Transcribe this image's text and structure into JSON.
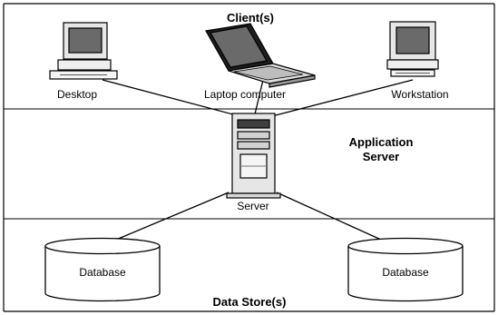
{
  "tiers": {
    "clients_label": "Client(s)",
    "app_server_label_line1": "Application",
    "app_server_label_line2": "Server",
    "data_store_label": "Data Store(s)"
  },
  "clients": [
    {
      "label": "Desktop"
    },
    {
      "label": "Laptop computer"
    },
    {
      "label": "Workstation"
    }
  ],
  "server": {
    "label": "Server"
  },
  "databases": [
    {
      "label": "Database"
    },
    {
      "label": "Database"
    }
  ]
}
